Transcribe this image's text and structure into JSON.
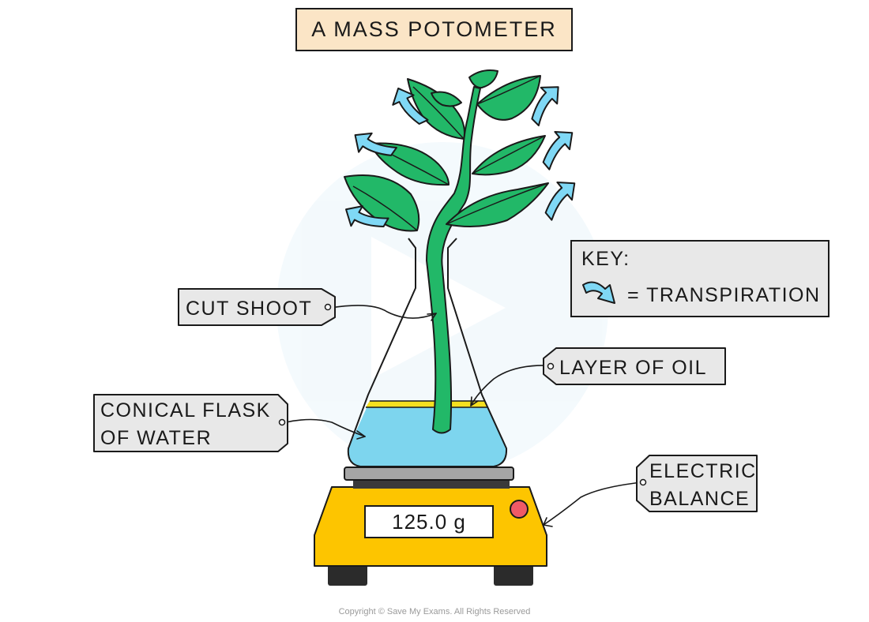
{
  "title": "A MASS POTOMETER",
  "labels": {
    "cut_shoot": "CUT SHOOT",
    "conical_flask_line1": "CONICAL FLASK",
    "conical_flask_line2": "OF WATER",
    "layer_of_oil": "LAYER OF OIL",
    "electric_balance_line1": "ELECTRIC",
    "electric_balance_line2": "BALANCE"
  },
  "key": {
    "heading": "KEY:",
    "transpiration": "= TRANSPIRATION"
  },
  "balance": {
    "reading": "125.0 g"
  },
  "copyright": "Copyright © Save My Exams. All Rights Reserved",
  "colors": {
    "title_bg": "#fbe5c6",
    "tag_bg": "#e8e8e8",
    "key_bg": "#e8e8e8",
    "leaf": "#22b868",
    "water": "#7dd5ee",
    "oil": "#f5e020",
    "balance": "#fdc500",
    "button": "#f05a66",
    "arrow": "#7fd8f5"
  }
}
